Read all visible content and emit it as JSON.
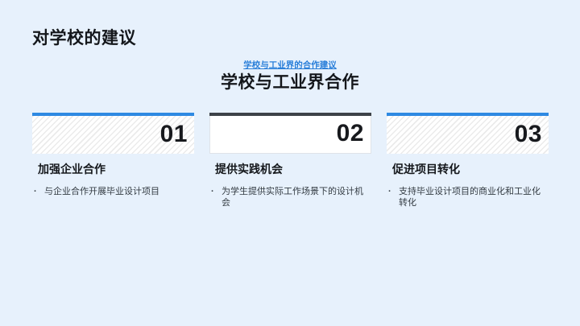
{
  "slide": {
    "background_color": "#e7f1fc",
    "title": "对学校的建议"
  },
  "section": {
    "link_label": "学校与工业界的合作建议",
    "heading": "学校与工业界合作"
  },
  "colors": {
    "accent_blue": "#2e89e2",
    "dark_bar": "#3d4248",
    "link_blue": "#2a7fd9",
    "text_primary": "#15181c",
    "text_secondary": "#333b42"
  },
  "cards": [
    {
      "number": "01",
      "bar_color": "#2e89e2",
      "fill": "hatched",
      "title": "加强企业合作",
      "bullets": [
        "与企业合作开展毕业设计项目"
      ]
    },
    {
      "number": "02",
      "bar_color": "#3d4248",
      "fill": "white",
      "title": "提供实践机会",
      "bullets": [
        "为学生提供实际工作场景下的设计机会"
      ]
    },
    {
      "number": "03",
      "bar_color": "#2e89e2",
      "fill": "hatched",
      "title": "促进项目转化",
      "bullets": [
        "支持毕业设计项目的商业化和工业化转化"
      ]
    }
  ]
}
